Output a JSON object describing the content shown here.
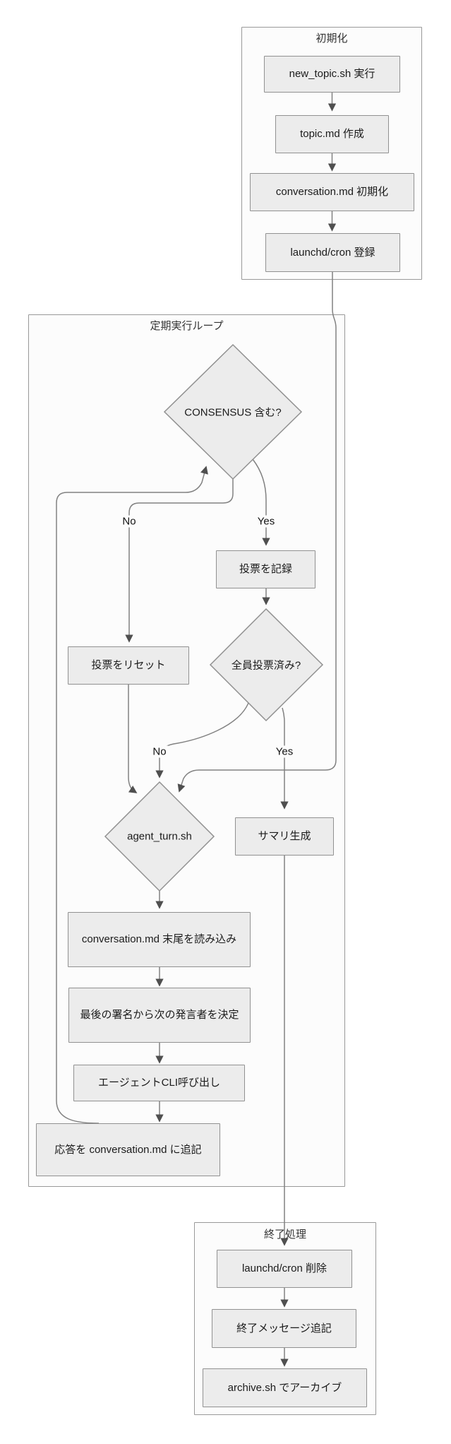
{
  "containers": {
    "init": {
      "title": "初期化"
    },
    "loop": {
      "title": "定期実行ループ"
    },
    "end": {
      "title": "終了処理"
    }
  },
  "nodes": {
    "new_topic": {
      "label": "new_topic.sh 実行"
    },
    "topic_md": {
      "label": "topic.md 作成"
    },
    "conv_init": {
      "label": "conversation.md 初期化"
    },
    "cron_register": {
      "label": "launchd/cron 登録"
    },
    "consensus": {
      "label": "CONSENSUS 含む?"
    },
    "vote_record": {
      "label": "投票を記録"
    },
    "vote_reset": {
      "label": "投票をリセット"
    },
    "all_voted": {
      "label": "全員投票済み?"
    },
    "agent_turn": {
      "label": "agent_turn.sh"
    },
    "summary": {
      "label": "サマリ生成"
    },
    "read_tail": {
      "label": "conversation.md 末尾を読み込み"
    },
    "next_speaker": {
      "label": "最後の署名から次の発言者を決定"
    },
    "cli_call": {
      "label": "エージェントCLI呼び出し"
    },
    "append_response": {
      "label": "応答を conversation.md に追記"
    },
    "cron_delete": {
      "label": "launchd/cron 削除"
    },
    "end_message": {
      "label": "終了メッセージ追記"
    },
    "archive": {
      "label": "archive.sh でアーカイブ"
    }
  },
  "edge_labels": {
    "consensus_no": "No",
    "consensus_yes": "Yes",
    "all_voted_no": "No",
    "all_voted_yes": "Yes"
  },
  "colors": {
    "node_fill": "#ececec",
    "node_border": "#919191",
    "edge": "#818181",
    "arrowhead": "#4f4f4f",
    "container_border": "#999999",
    "container_fill": "#fcfcfc",
    "text": "#1b1b1b"
  }
}
